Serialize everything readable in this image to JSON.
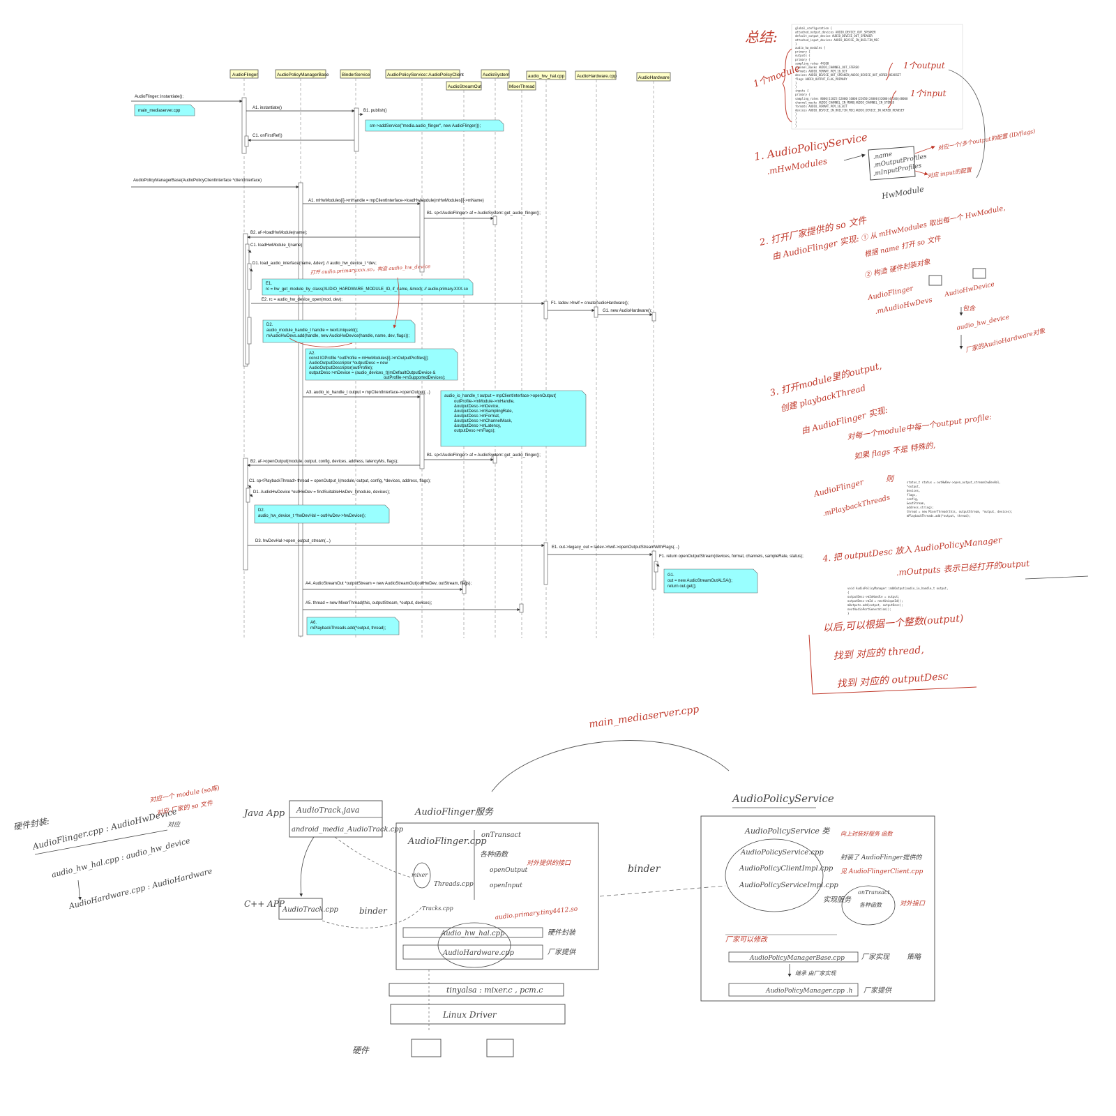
{
  "sequence": {
    "lifelines": [
      {
        "name": "AudioFlinger"
      },
      {
        "name": "AudioPolicyManagerBase"
      },
      {
        "name": "BinderService"
      },
      {
        "name": "AudioPolicyService::AudioPolicyClient"
      },
      {
        "name": "AudioStreamOut"
      },
      {
        "name": "AudioSystem"
      },
      {
        "name": "MixerThread"
      },
      {
        "name": "audio_hw_hal.cpp"
      },
      {
        "name": "AudioHardware.cpp"
      },
      {
        "name": "AudioHardware"
      }
    ],
    "messages": [
      "AudioFlinger::instantiate();",
      "A1. instantiate()",
      "B1. publish()",
      "C1. onFirstRef()",
      "AudioPolicyManagerBase(AudioPolicyClientInterface *clientInterface)",
      "A1. mHwModules[i]->mHandle = mpClientInterface->loadHwModule(mHwModules[i]->mName)",
      "B1. sp<IAudioFlinger> af = AudioSystem::get_audio_flinger();",
      "B2. af->loadHwModule(name);",
      "C1. loadHwModule_l(name)",
      "D1. load_audio_interface(name, &dev); // audio_hw_device_t *dev;",
      "E2. rc = audio_hw_device_open(mod, dev);",
      "F1. ladev->hwif = createAudioHardware();",
      "G1. new AudioHardware();",
      "A3. audio_io_handle_t output = mpClientInterface->openOutput(...)",
      "B1. sp<IAudioFlinger> af = AudioSystem::get_audio_flinger();",
      "B2. af->openOutput(module, output, config, devices, address, latencyMs, flags);",
      "C1. sp<PlaybackThread> thread = openOutput_l(module, output, config, *devices, address, flags);",
      "D1. AudioHwDevice *outHwDev = findSuitableHwDev_l(module, devices);",
      "D3. hwDevHal->open_output_stream(...)",
      "E1. out->legacy_out = ladev->hwif->openOutputStreamWithFlags(...)",
      "F1. return openOutputStream(devices, format, channels, sampleRate, status);",
      "A4. AudioStreamOut *outputStream = new AudioStreamOut(outHwDev, outStream, flags);",
      "A5. thread = new MixerThread(this, outputStream, *output, devices);"
    ],
    "notes": [
      [
        "main_mediaserver.cpp"
      ],
      [
        "sm->addService(\"media.audio_flinger\", new AudioFlinger());"
      ],
      [
        "E1.",
        "rc = hw_get_module_by_class(AUDIO_HARDWARE_MODULE_ID, if_name, &mod); // audio.primary.XXX.so"
      ],
      [
        "D2.",
        "audio_module_handle_t handle = nextUniqueId();",
        "mAudioHwDevs.add(handle, new AudioHwDevice(handle, name, dev, flags));"
      ],
      [
        "A2.",
        "const IOProfile *outProfile = mHwModules[i]->mOutputProfiles[j];",
        "AudioOutputDescriptor *outputDesc = new",
        "AudioOutputDescriptor(outProfile);",
        "outputDesc->mDevice = (audio_devices_t)(mDefaultOutputDevice &",
        "outProfile->mSupportedDevices);"
      ],
      [
        "audio_io_handle_t output = mpClientInterface->openOutput(",
        "outProfile->mModule->mHandle,",
        "&outputDesc->mDevice,",
        "&outputDesc->mSamplingRate,",
        "&outputDesc->mFormat,",
        "&outputDesc->mChannelMask,",
        "&outputDesc->mLatency,",
        "outputDesc->mFlags);"
      ],
      [
        "D2.",
        "audio_hw_device_t *hwDevHal = outHwDev->hwDevice();"
      ],
      [
        "G1.",
        "out = new AudioStreamOutALSA();",
        "return out.get();"
      ],
      [
        "A6.",
        "mPlaybackThreads.add(*output, thread);"
      ]
    ],
    "annotation_red": "打开 audio.primary.xxx.so，构造 audio_hw_device"
  },
  "config_snippet": [
    "global_configuration {",
    "  attached_output_devices AUDIO_DEVICE_OUT_SPEAKER",
    "  default_output_device AUDIO_DEVICE_OUT_SPEAKER",
    "  attached_input_devices AUDIO_DEVICE_IN_BUILTIN_MIC",
    "}",
    "audio_hw_modules {",
    "  primary {",
    "    outputs {",
    "      primary {",
    "        sampling_rates 44100",
    "        channel_masks AUDIO_CHANNEL_OUT_STEREO",
    "        formats AUDIO_FORMAT_PCM_16_BIT",
    "        devices AUDIO_DEVICE_OUT_SPEAKER|AUDIO_DEVICE_OUT_WIRED_HEADSET",
    "        flags AUDIO_OUTPUT_FLAG_PRIMARY",
    "      }",
    "    }",
    "    inputs {",
    "      primary {",
    "        sampling_rates 8000|11025|12000|16000|22050|24000|32000|44100|48000",
    "        channel_masks AUDIO_CHANNEL_IN_MONO|AUDIO_CHANNEL_IN_STEREO",
    "        formats AUDIO_FORMAT_PCM_16_BIT",
    "        devices AUDIO_DEVICE_IN_BUILTIN_MIC|AUDIO_DEVICE_IN_WIRED_HEADSET",
    "      }",
    "    }",
    "  }",
    "}"
  ],
  "notes_right": {
    "title": "总结:",
    "module_label": "1个module",
    "output_label": "1个output",
    "input_label": "1个input",
    "s1_title": "1. AudioPolicyService",
    "s1_field": ".mHwModules",
    "hwmodule_fields": [
      ".name",
      ".mOutputProfiles",
      ".mInputProfiles"
    ],
    "hwmodule_caption": "HwModule",
    "s1_out_note": "对应一个/多个output的配置 (ID/flags)",
    "s1_in_note": "对应 input的配置",
    "s2_title": "2. 打开厂家提供的 so 文件",
    "s2_sub": "由 AudioFlinger 实现:",
    "s2_a": "① 从 mHwModules 取出每一个 HwModule,",
    "s2_a2": "根据 name 打开 so 文件",
    "s2_b": "② 构造 硬件封装对象",
    "s2_c": "AudioFlinger",
    "s2_c2": ".mAudioHwDevs",
    "s2_d": "AudioHwDevice",
    "s2_e": "包含",
    "s2_f": "audio_hw_device",
    "s2_g": "厂家的AudioHardware对象",
    "s3_title": "3. 打开module里的output,",
    "s3_sub": "创建 playbackThread",
    "s3_a": "由 AudioFlinger 实现:",
    "s3_b": "对每一个module中每一个output profile:",
    "s3_c": "如果 flags 不是 特殊的,",
    "s3_d": "AudioFlinger",
    "s3_e": ".mPlaybackThreads",
    "s3_f": "则",
    "code1": [
      "status_t status = outHwDev->open_output_stream(hwDevHal,",
      "                                   *output,",
      "                                   devices,",
      "                                   flags,",
      "                                   config,",
      "                                   &outStream,",
      "                                   address.string);",
      "thread = new MixerThread(this, outputStream, *output, devices);",
      "mPlaybackThreads.add(*output, thread);"
    ],
    "s4_title": "4. 把 outputDesc 放入 AudioPolicyManager",
    "s4_sub": ".mOutputs 表示已经打开的output",
    "code2": [
      "void AudioPolicyManager::addOutput(audio_io_handle_t output,",
      "{",
      "  outputDesc->mIoHandle = output;",
      "  outputDesc->mId = nextUniqueId();",
      "  mOutputs.add(output, outputDesc);",
      "  nextAudioPortGeneration();",
      "}"
    ],
    "s5_a": "以后,可以根据一个整数(output)",
    "s5_b": "找到 对应的 thread,",
    "s5_c": "找到 对应的 outputDesc"
  },
  "arch": {
    "mediaserver": "main_mediaserver.cpp",
    "hw_title": "硬件封装:",
    "hw_a": "AudioFlinger.cpp : AudioHwDevice",
    "hw_a_note": "对应一个 module (so库)",
    "hw_a_note2": "对应 厂家的 so 文件",
    "hw_b": "audio_hw_hal.cpp : audio_hw_device",
    "hw_c": "AudioHardware.cpp : AudioHardware",
    "hw_d": "对应",
    "java_app": "Java App",
    "cpp_app": "C++ APP",
    "audiotrack_java": "AudioTrack.java",
    "audiotrack_jni": "android_media_AudioTrack.cpp",
    "audiotrack_cpp": "AudioTrack.cpp",
    "binder1": "binder",
    "binder2": "binder",
    "af_service": "AudioFlinger服务",
    "af_cpp": "AudioFlinger.cpp",
    "on_transact": "onTransact",
    "various": "各种函数",
    "open_output": "openOutput",
    "open_input": "openInput",
    "af_note": "对外提供的接口",
    "mixer": "mixer",
    "threads": "Threads.cpp",
    "tracks": "Tracks.cpp",
    "hal_note": "audio.primary.tiny4412.so",
    "hal_note2": "硬件封装",
    "hal_hw": "Audio_hw_hal.cpp",
    "audio_hw": "AudioHardware.cpp",
    "vendor": "厂家提供",
    "tinyalsa": "tinyalsa : mixer.c , pcm.c",
    "linux": "Linux Driver",
    "hardware": "硬件",
    "aps_title": "AudioPolicyService",
    "aps_class": "AudioPolicyService 类",
    "aps_cpp": "AudioPolicyService.cpp",
    "aps_client": "AudioPolicyClientImpl.cpp",
    "aps_service": "AudioPolicyServiceImpl.cpp",
    "aps_note1": "向上封装好服务 函数",
    "aps_note2": "封装了 AudioFlinger提供的",
    "aps_note3": "见 AudioFlingerClient.cpp",
    "aps_note4": "实现服务",
    "aps_note5": "onTransact",
    "aps_note6": "各种函数",
    "aps_note7": "对外接口",
    "aps_vendor_note": "厂家可以修改",
    "apm_base": "AudioPolicyManagerBase.cpp",
    "apm_base_note": "厂家实现",
    "apm_base_note2": "策略",
    "apm_inherit": "继承 由厂家实现",
    "apm": "AudioPolicyManager.cpp .h",
    "apm_note": "厂家提供"
  }
}
